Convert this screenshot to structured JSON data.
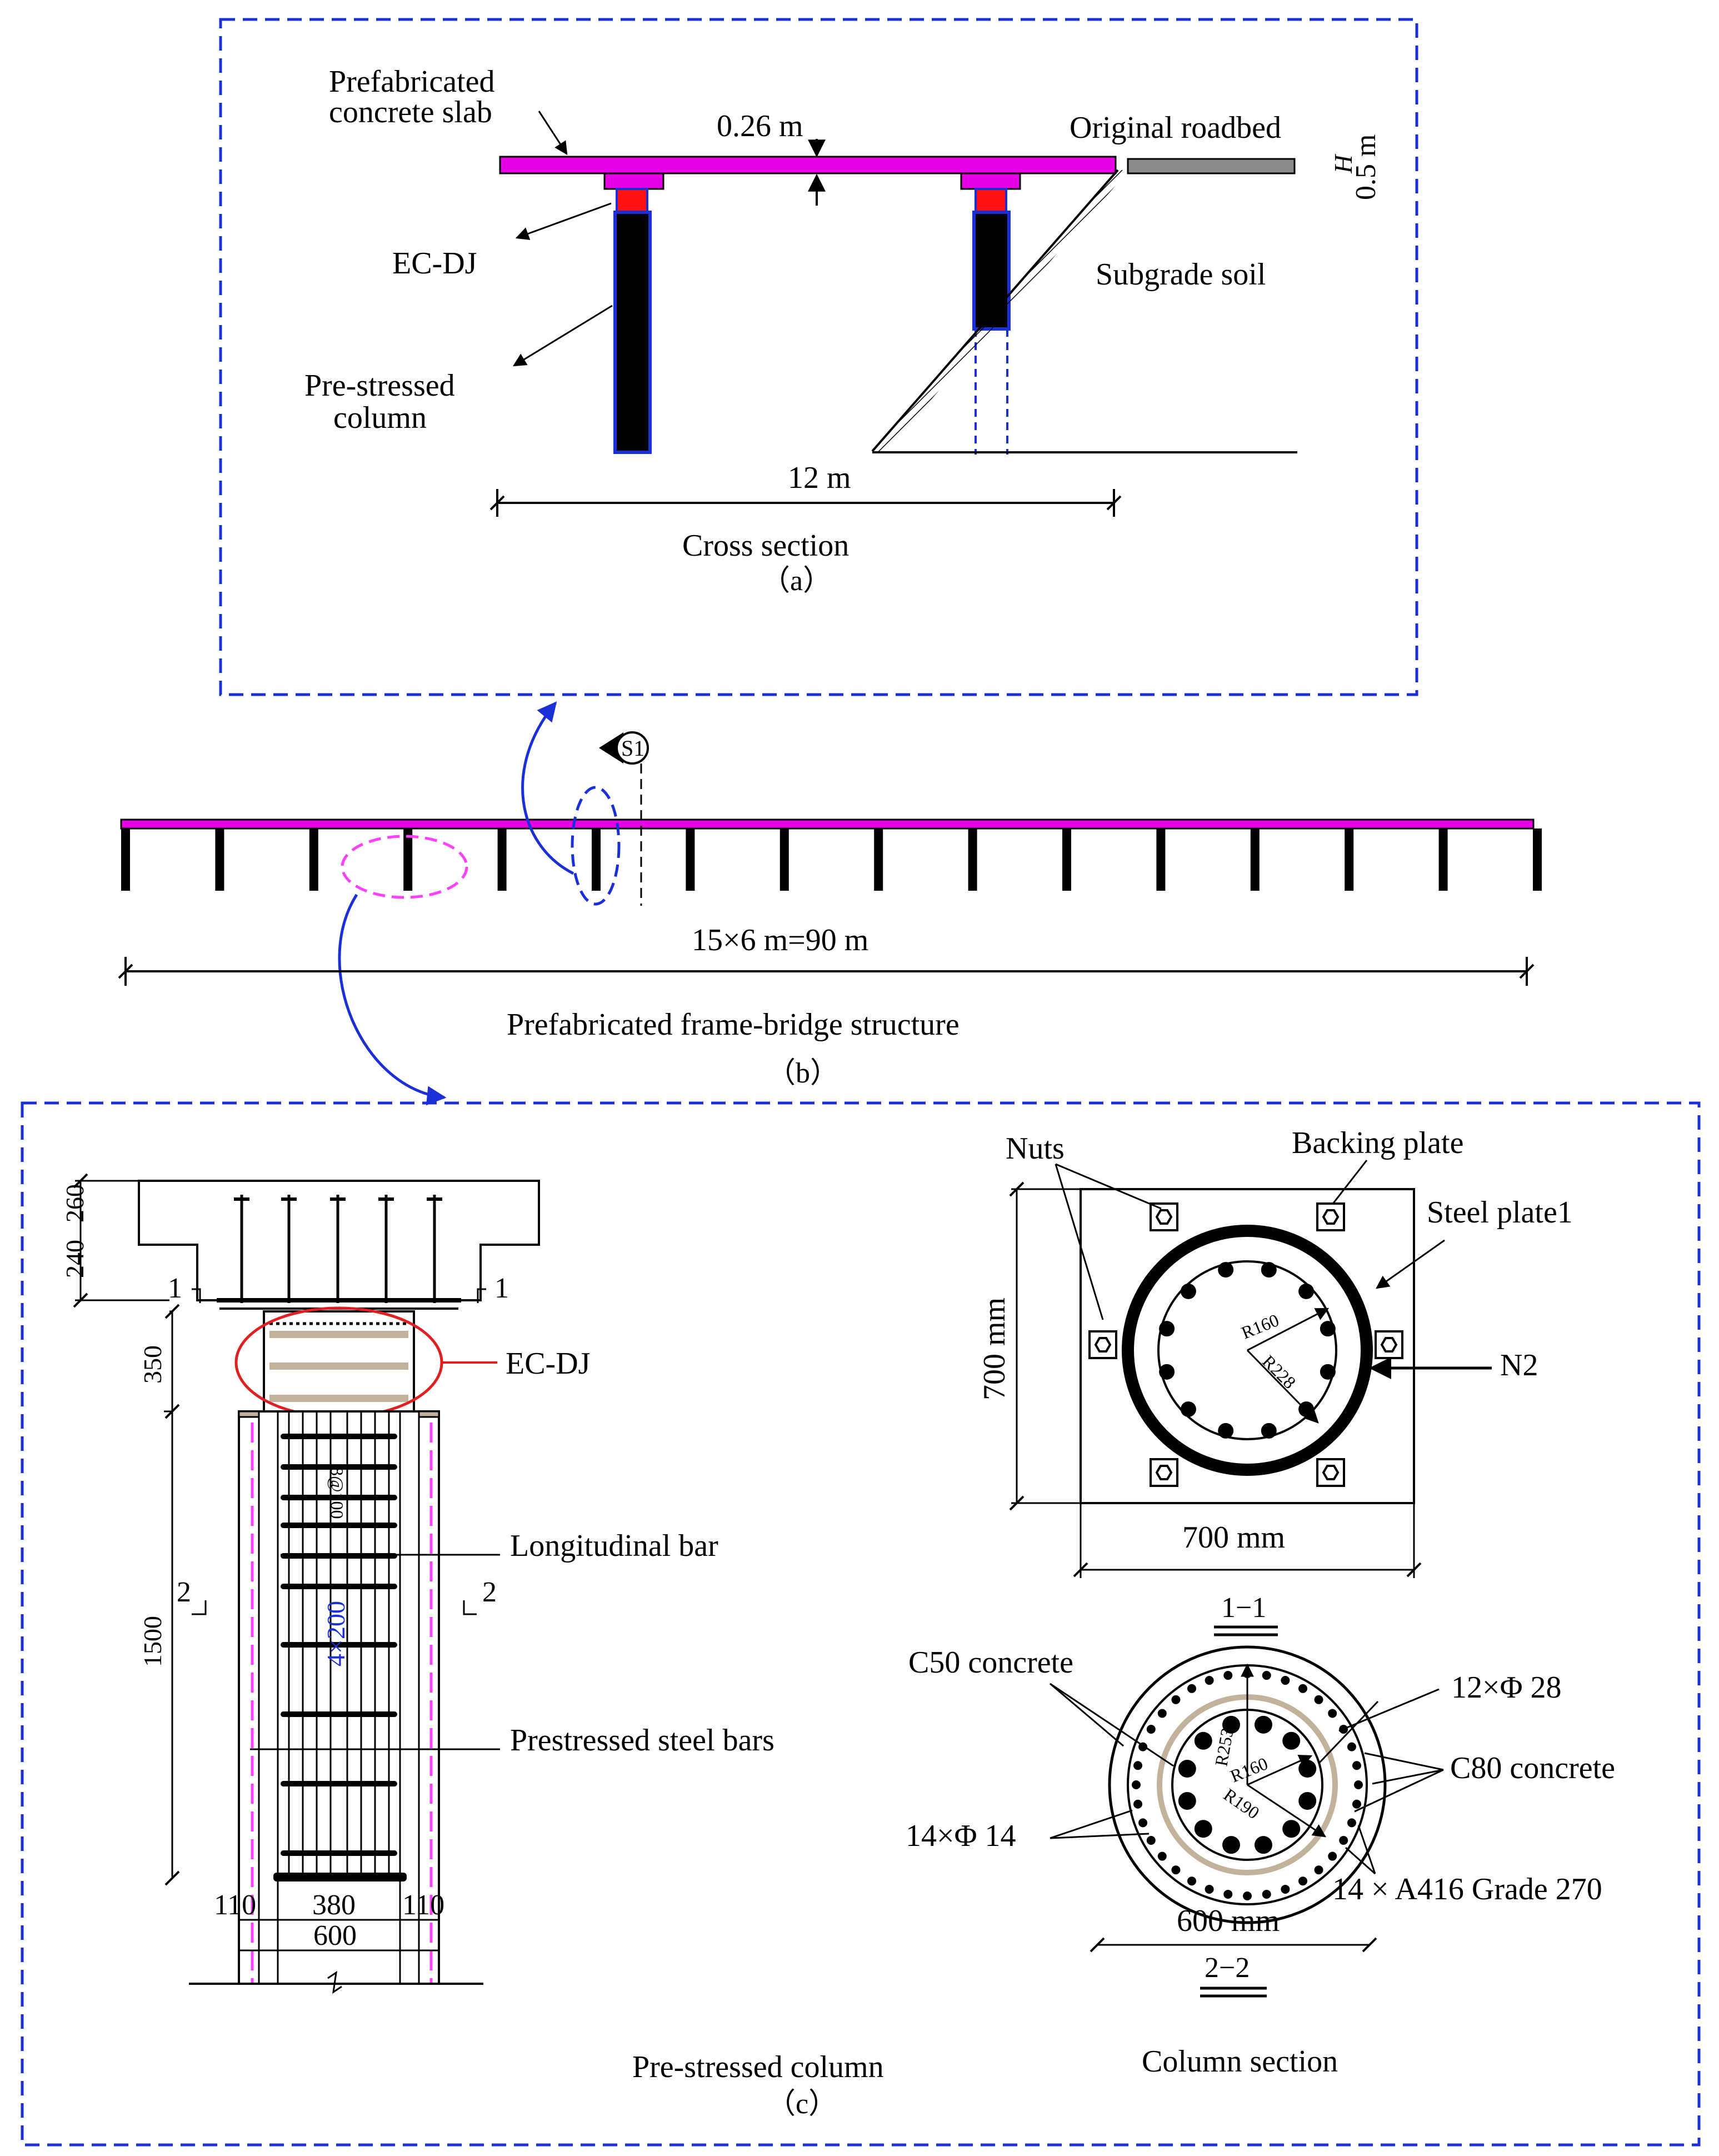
{
  "panel_a": {
    "slab_label": [
      "Prefabricated",
      "concrete slab"
    ],
    "thickness": "0.26 m",
    "roadbed": "Original roadbed",
    "roadbed_dim": "0.5 m",
    "roadbed_h": "H",
    "ecdj": "EC-DJ",
    "column": [
      "Pre-stressed",
      "column"
    ],
    "subgrade": "Subgrade soil",
    "span": "12 m",
    "caption": "Cross section",
    "letter": "（a）"
  },
  "panel_b": {
    "marker": "S1",
    "span": "15×6 m=90 m",
    "caption": "Prefabricated frame-bridge structure",
    "letter": "（b）"
  },
  "panel_c": {
    "dim_top": "240",
    "dim_top2": "260",
    "sec1_left": "1",
    "sec1_right": "1",
    "dim_350": "350",
    "ecdj": "EC-DJ",
    "stirrup_note": "8@100",
    "long_bar": "Longitudinal bar",
    "sec2_left": "2",
    "sec2_right": "2",
    "dim_1500": "1500",
    "spacing": "4×200",
    "prestressed": "Prestressed steel bars",
    "dim_110a": "110",
    "dim_380": "380",
    "dim_110b": "110",
    "dim_600": "600",
    "caption": "Pre-stressed column",
    "letter": "（c）",
    "nuts": "Nuts",
    "backing": "Backing plate",
    "steel_plate": "Steel plate1",
    "n2": "N2",
    "plate_h": "700 mm",
    "plate_w": "700 mm",
    "r160": "R160",
    "r228": "R228",
    "sec_1_1": "1−1",
    "c50": "C50 concrete",
    "bars12": "12×Φ 28",
    "c80": "C80 concrete",
    "bars14": "14×Φ 14",
    "strands": "14 × A416 Grade 270",
    "r253": "R253",
    "r160b": "R160",
    "r190": "R190",
    "d600": "600 mm",
    "sec_2_2": "2−2",
    "col_section": "Column section"
  },
  "colors": {
    "frame_blue": "#1a2fd6",
    "slab_magenta": "#e600e6",
    "connector_red": "#ff1111",
    "roadbed_gray": "#8c8c8c",
    "ellipse_red": "#e02020",
    "spiral_tan": "#c2b29c",
    "dash_pink": "#ff40ff"
  }
}
